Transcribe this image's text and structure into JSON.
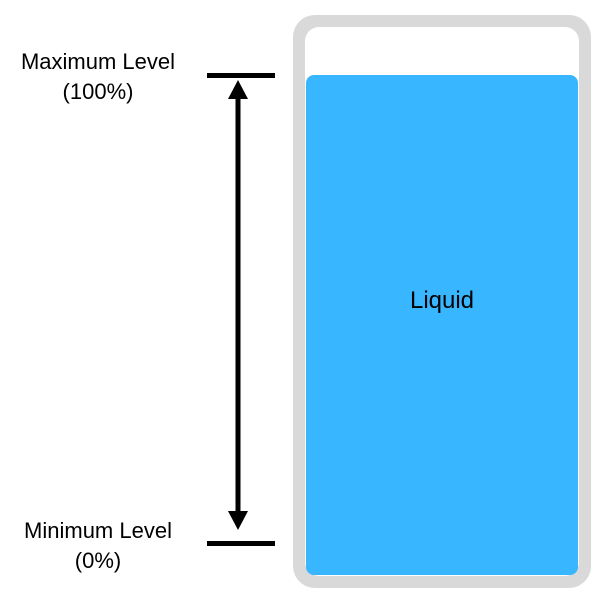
{
  "diagram": {
    "type": "liquid-level-diagram",
    "labels": {
      "max_line1": "Maximum Level",
      "max_line2": "(100%)",
      "min_line1": "Minimum Level",
      "min_line2": "(0%)",
      "liquid": "Liquid"
    },
    "levels": {
      "max_percent": 100,
      "min_percent": 0,
      "current_fill_percent": 100
    },
    "colors": {
      "background": "#FFFFFF",
      "container_border": "#D9D9D9",
      "container_interior": "#FFFFFF",
      "liquid": "#38B6FF",
      "marks": "#000000",
      "text": "#000000"
    }
  }
}
